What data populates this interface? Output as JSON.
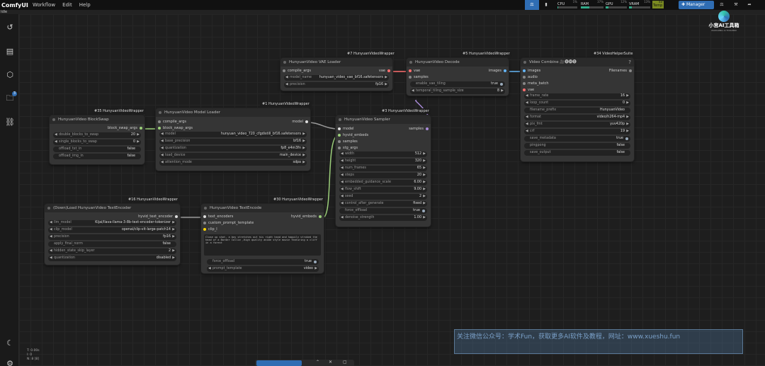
{
  "app": {
    "name": "ComfyUI",
    "status": "Idle"
  },
  "menu": [
    "Workflow",
    "Edit",
    "Help"
  ],
  "top_right": {
    "manager_label": "Manager",
    "meters": [
      {
        "label": "CPU",
        "value": "1%",
        "fill": 0.01
      },
      {
        "label": "RAM",
        "value": "37%",
        "fill": 0.37
      },
      {
        "label": "GPU",
        "value": "12%",
        "fill": 0.12
      },
      {
        "label": "VRAM",
        "value": "13%",
        "fill": 0.13
      },
      {
        "label": "Temp",
        "value": "48°",
        "fill": 0.48
      }
    ],
    "logo_text": "小宫AI工具箱",
    "logo_sub": "XIAOGONG AI TOOLBOX"
  },
  "colors": {
    "accent": "#2f6db3",
    "link_purple": "#a88ad8",
    "link_green": "#9ccf7a",
    "link_vae": "#ff6e6e",
    "image_link": "#64b5f6"
  },
  "nodes": {
    "vae_loader": {
      "badge": "#7 HunyuanVideoWrapper",
      "title": "HunyuanVideo VAE Loader",
      "in": "compile_args",
      "out": "vae",
      "widgets": [
        {
          "label": "model_name",
          "value": "hunyuan_video_vae_bf16.safetensors"
        },
        {
          "label": "precision",
          "value": "fp16"
        }
      ]
    },
    "decode": {
      "badge": "#5 HunyuanVideoWrapper",
      "title": "HunyuanVideo Decode",
      "inputs": [
        "vae",
        "samples"
      ],
      "out": "images",
      "widgets": [
        {
          "label": "enable_vae_tiling",
          "value": "true"
        },
        {
          "label": "temporal_tiling_sample_size",
          "value": "8"
        }
      ]
    },
    "combine": {
      "badge": "#34 VideoHelperSuite",
      "title": "Video Combine 🎥🅥🅗🅢",
      "inputs": [
        "images",
        "audio",
        "meta_batch",
        "vae"
      ],
      "out": "Filenames",
      "widgets": [
        {
          "label": "frame_rate",
          "value": "16"
        },
        {
          "label": "loop_count",
          "value": "0"
        },
        {
          "label": "filename_prefix",
          "value": "HunyuanVideo"
        },
        {
          "label": "format",
          "value": "video/h264-mp4"
        },
        {
          "label": "pix_fmt",
          "value": "yuv420p"
        },
        {
          "label": "crf",
          "value": "19"
        },
        {
          "label": "save_metadata",
          "value": "true"
        },
        {
          "label": "pingpong",
          "value": "false"
        },
        {
          "label": "save_output",
          "value": "false"
        }
      ]
    },
    "model_loader": {
      "badge": "#1 HunyuanVideoWrapper",
      "title": "HunyuanVideo Model Loader",
      "inputs": [
        "compile_args",
        "block_swap_args"
      ],
      "out": "model",
      "widgets": [
        {
          "label": "model",
          "value": "hunyuan_video_720_cfgdistill_bf16.safetensors"
        },
        {
          "label": "base_precision",
          "value": "bf16"
        },
        {
          "label": "quantization",
          "value": "fp8_e4m3fn"
        },
        {
          "label": "load_device",
          "value": "main_device"
        },
        {
          "label": "attention_mode",
          "value": "sdpa"
        }
      ]
    },
    "blockswap": {
      "badge": "#35 HunyuanVideoWrapper",
      "title": "HunyuanVideo BlockSwap",
      "out": "block_swap_args",
      "widgets": [
        {
          "label": "double_blocks_to_swap",
          "value": "20"
        },
        {
          "label": "single_blocks_to_swap",
          "value": "0"
        },
        {
          "label": "offload_txt_in",
          "value": "false"
        },
        {
          "label": "offload_img_in",
          "value": "false"
        }
      ]
    },
    "sampler": {
      "badge": "#3 HunyuanVideoWrapper",
      "title": "HunyuanVideo Sampler",
      "inputs": [
        "model",
        "hyvid_embeds",
        "samples",
        "stg_args"
      ],
      "out": "samples",
      "widgets": [
        {
          "label": "width",
          "value": "512"
        },
        {
          "label": "height",
          "value": "320"
        },
        {
          "label": "num_frames",
          "value": "65"
        },
        {
          "label": "steps",
          "value": "20"
        },
        {
          "label": "embedded_guidance_scale",
          "value": "6.00"
        },
        {
          "label": "flow_shift",
          "value": "9.00"
        },
        {
          "label": "seed",
          "value": "2"
        },
        {
          "label": "control_after_generate",
          "value": "fixed"
        },
        {
          "label": "force_offload",
          "value": "true"
        },
        {
          "label": "denoise_strength",
          "value": "1.00"
        }
      ]
    },
    "text_encoder_loader": {
      "badge": "#16 HunyuanVideoWrapper",
      "title": "(Down)Load HunyuanVideo TextEncoder",
      "out": "hyvid_text_encoder",
      "widgets": [
        {
          "label": "llm_model",
          "value": "Kijai/llava-llama-3-8b-text-encoder-tokenizer"
        },
        {
          "label": "clip_model",
          "value": "openai/clip-vit-large-patch14"
        },
        {
          "label": "precision",
          "value": "fp16"
        },
        {
          "label": "apply_final_norm",
          "value": "false"
        },
        {
          "label": "hidden_state_skip_layer",
          "value": "2"
        },
        {
          "label": "quantization",
          "value": "disabled"
        }
      ]
    },
    "text_encode": {
      "badge": "#30 HunyuanVideoWrapper",
      "title": "HunyuanVideo TextEncode",
      "inputs": [
        "text_encoders",
        "custom_prompt_template",
        "clip_l"
      ],
      "out": "hyvid_embeds",
      "prompt": "Close up shot, a boy stretches out his right hand and happily stroked the head of a Border Collie ,High quality anime style movie featuring a cliff in a forest",
      "widgets": [
        {
          "label": "force_offload",
          "value": "true"
        },
        {
          "label": "prompt_template",
          "value": "video"
        }
      ]
    }
  },
  "watermark": "关注微信公众号：学术Fun，获取更多AI软件及教程，网址：www.xueshu.fun",
  "stats": [
    "T: 0.00s",
    "I: 0",
    "N: 8 [8]"
  ]
}
